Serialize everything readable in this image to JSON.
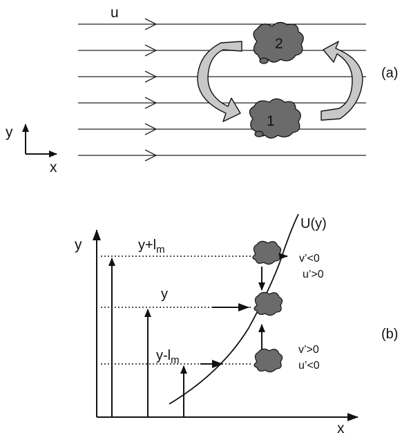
{
  "panel_a": {
    "flow_label": "u",
    "eddy_upper_label": "2",
    "eddy_lower_label": "1",
    "axis_y_label": "y",
    "axis_x_label": "x",
    "panel_label": "(a)"
  },
  "panel_b": {
    "axis_y_label": "y",
    "axis_x_label": "x",
    "curve_label": "U(y)",
    "level_top_main": "y+l",
    "level_top_sub": "m",
    "level_mid_label": "y",
    "level_bottom_main": "y-l",
    "level_bottom_sub": "m",
    "top_note_line1": "v’<0",
    "top_note_line2": "u’>0",
    "bottom_note_line1": "v’>0",
    "bottom_note_line2": "u’<0",
    "panel_label": "(b)"
  },
  "colors": {
    "ink": "#111111",
    "eddy_fill": "#6b6b6b",
    "recirculation_arrow_fill": "#c8c8c8"
  }
}
